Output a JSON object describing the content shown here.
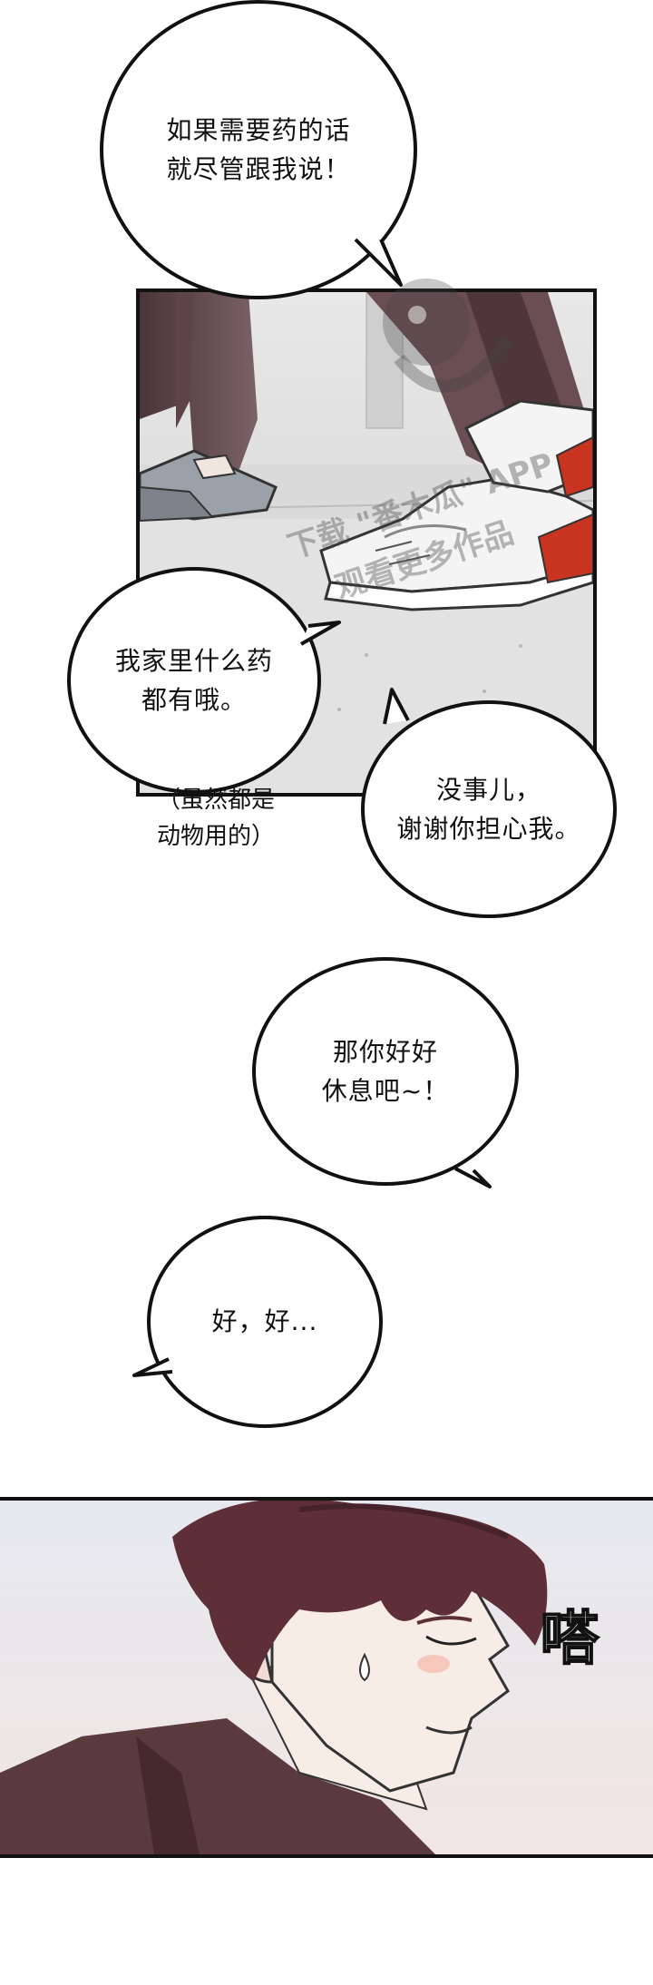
{
  "bubbles": {
    "b1": {
      "line1": "如果需要药的话",
      "line2": "就尽管跟我说！"
    },
    "b2": {
      "line1": "我家里什么药",
      "line2": "都有哦。"
    },
    "b2_note": {
      "line1": "（虽然都是",
      "line2": "动物用的）"
    },
    "b3": {
      "line1": "没事儿，",
      "line2": "谢谢你担心我。"
    },
    "b4": {
      "line1": "那你好好",
      "line2": "休息吧~！"
    },
    "b5": {
      "line1": "好，好..."
    }
  },
  "sfx": {
    "tap": "嗒"
  },
  "watermark": {
    "line1": "下载 \"番木瓜\" APP",
    "line2": "观看更多作品"
  },
  "colors": {
    "hair": "#5e2f37",
    "skin": "#f7ece6",
    "shirt": "#5a3a3c",
    "shoe_red": "#c8341f"
  }
}
